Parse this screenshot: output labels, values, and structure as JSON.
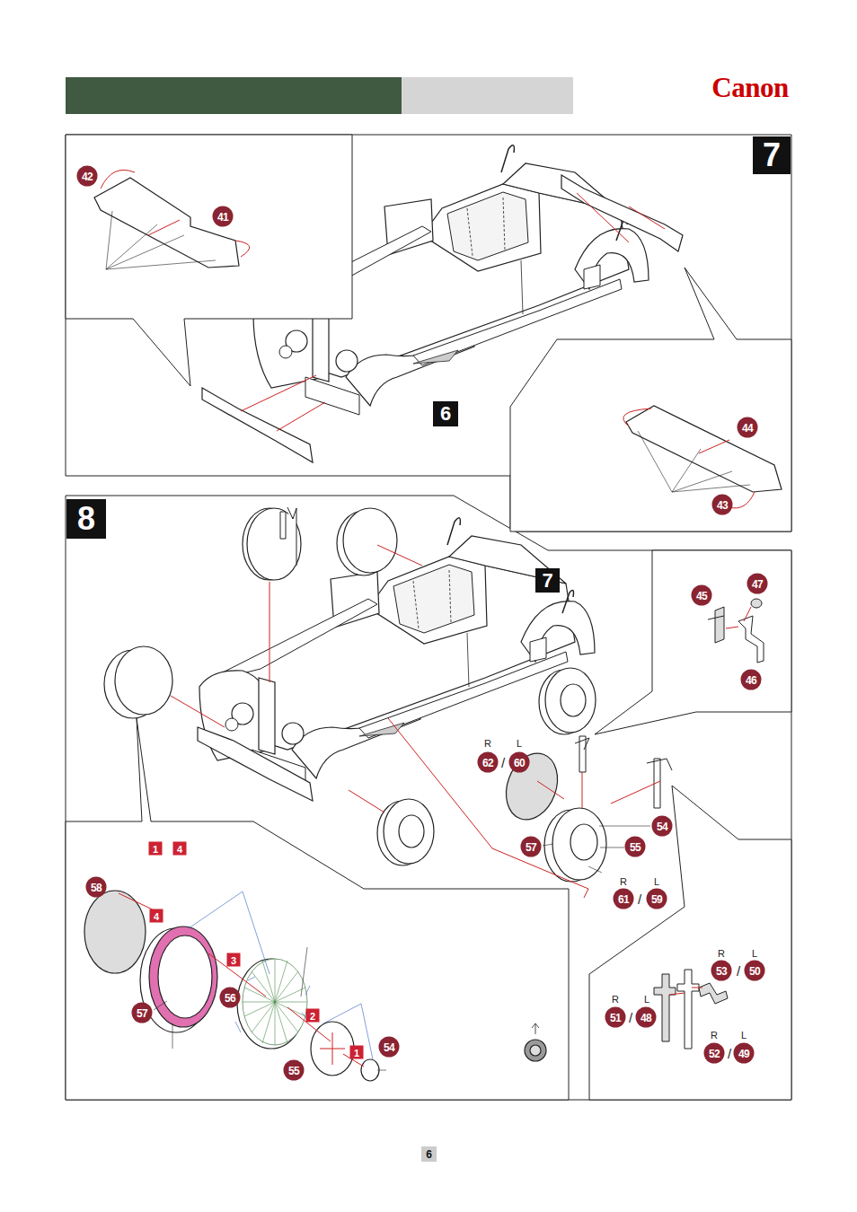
{
  "diagram": {
    "nodes": [
      {
        "text": [
          "7"
        ]
      },
      {
        "text": [
          "6"
        ]
      },
      {
        "text": [
          "8"
        ]
      },
      {
        "text": [
          "7"
        ]
      },
      {
        "text": [
          "6"
        ]
      }
    ],
    "labels": [
      "Canon",
      "42",
      "41",
      "44",
      "43",
      "47",
      "45",
      "46",
      "R",
      "L",
      "62",
      "/",
      "60",
      "54",
      "57",
      "55",
      "R",
      "L",
      "61",
      "/",
      "59",
      "1",
      "4",
      "58",
      "4",
      "3",
      "56",
      "57",
      "2",
      "54",
      "1",
      "55",
      "R",
      "L",
      "53",
      "/",
      "50",
      "R",
      "L",
      "51",
      "/",
      "48",
      "R",
      "L",
      "52",
      "/",
      "49"
    ]
  }
}
